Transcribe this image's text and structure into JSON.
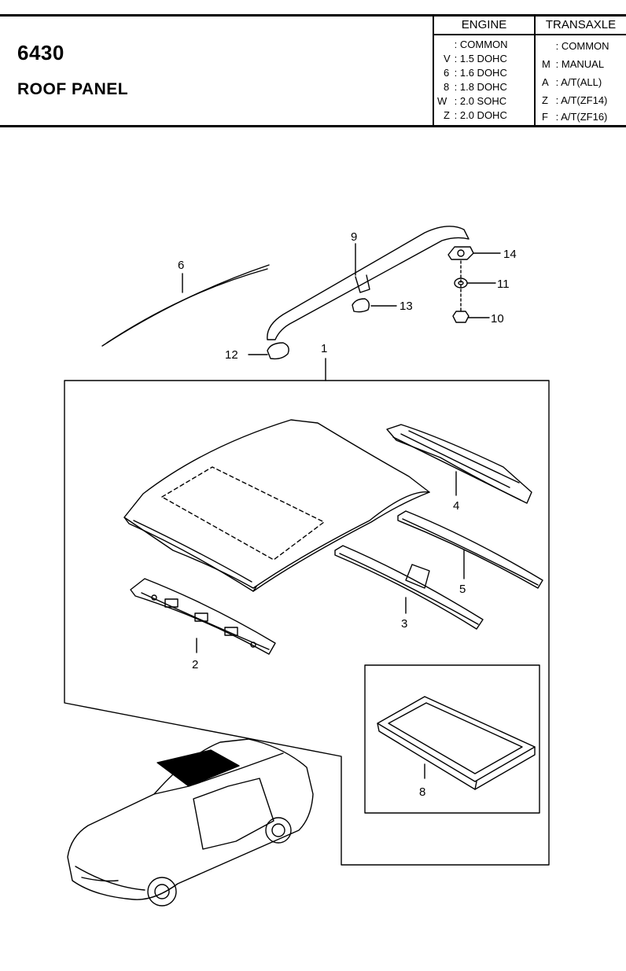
{
  "header": {
    "code": "6430",
    "title": "ROOF PANEL",
    "engine": {
      "heading": "ENGINE",
      "rows": [
        {
          "key": "",
          "sep": ":",
          "value": "COMMON"
        },
        {
          "key": "V",
          "sep": ":",
          "value": "1.5 DOHC"
        },
        {
          "key": "6",
          "sep": ":",
          "value": "1.6 DOHC"
        },
        {
          "key": "8",
          "sep": ":",
          "value": "1.8 DOHC"
        },
        {
          "key": "W",
          "sep": ":",
          "value": "2.0 SOHC"
        },
        {
          "key": "Z",
          "sep": ":",
          "value": "2.0 DOHC"
        }
      ]
    },
    "transaxle": {
      "heading": "TRANSAXLE",
      "rows": [
        {
          "key": "",
          "sep": ":",
          "value": "COMMON"
        },
        {
          "key": "M",
          "sep": ":",
          "value": "MANUAL"
        },
        {
          "key": "A",
          "sep": ":",
          "value": "A/T(ALL)"
        },
        {
          "key": "Z",
          "sep": ":",
          "value": "A/T(ZF14)"
        },
        {
          "key": "F",
          "sep": ":",
          "value": "A/T(ZF16)"
        }
      ]
    }
  },
  "callouts": {
    "c1": "1",
    "c2": "2",
    "c3": "3",
    "c4": "4",
    "c5": "5",
    "c6": "6",
    "c8": "8",
    "c9": "9",
    "c10": "10",
    "c11": "11",
    "c12": "12",
    "c13": "13",
    "c14": "14"
  }
}
